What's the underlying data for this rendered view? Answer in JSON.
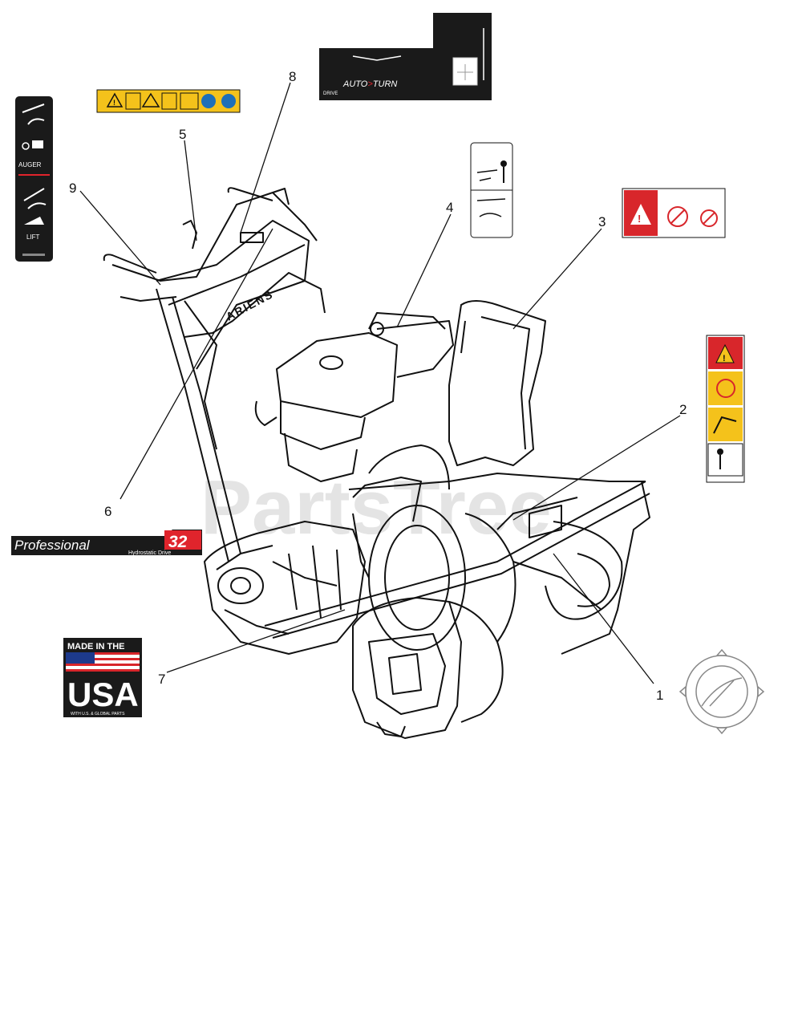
{
  "diagram": {
    "watermark": "PartsTree",
    "callouts": [
      "1",
      "2",
      "3",
      "4",
      "5",
      "6",
      "7",
      "8",
      "9"
    ]
  },
  "decals": {
    "auger_lift": {
      "auger_label": "AUGER",
      "lift_label": "LIFT"
    },
    "autoturn": {
      "brand": "AUTO",
      "brand_suffix": "TURN",
      "drive_label": "DRIVE"
    },
    "model_badge": {
      "name": "Professional",
      "number": "32",
      "subtitle": "Hydrostatic Drive"
    },
    "usa": {
      "line1": "MADE IN THE",
      "line2": "USA",
      "line3": "WITH U.S. & GLOBAL PARTS"
    },
    "ariens_text": "ARIENS"
  },
  "colors": {
    "warning_red": "#d8262b",
    "warning_yellow": "#f4c21b",
    "decal_black": "#1a1a1a",
    "badge_red": "#e0242c",
    "usa_blue": "#1d3a8c"
  },
  "icons": [
    "warning-triangle-icon",
    "operator-icon",
    "hand-hazard-icon",
    "gear-logo-icon",
    "flag-icon"
  ]
}
